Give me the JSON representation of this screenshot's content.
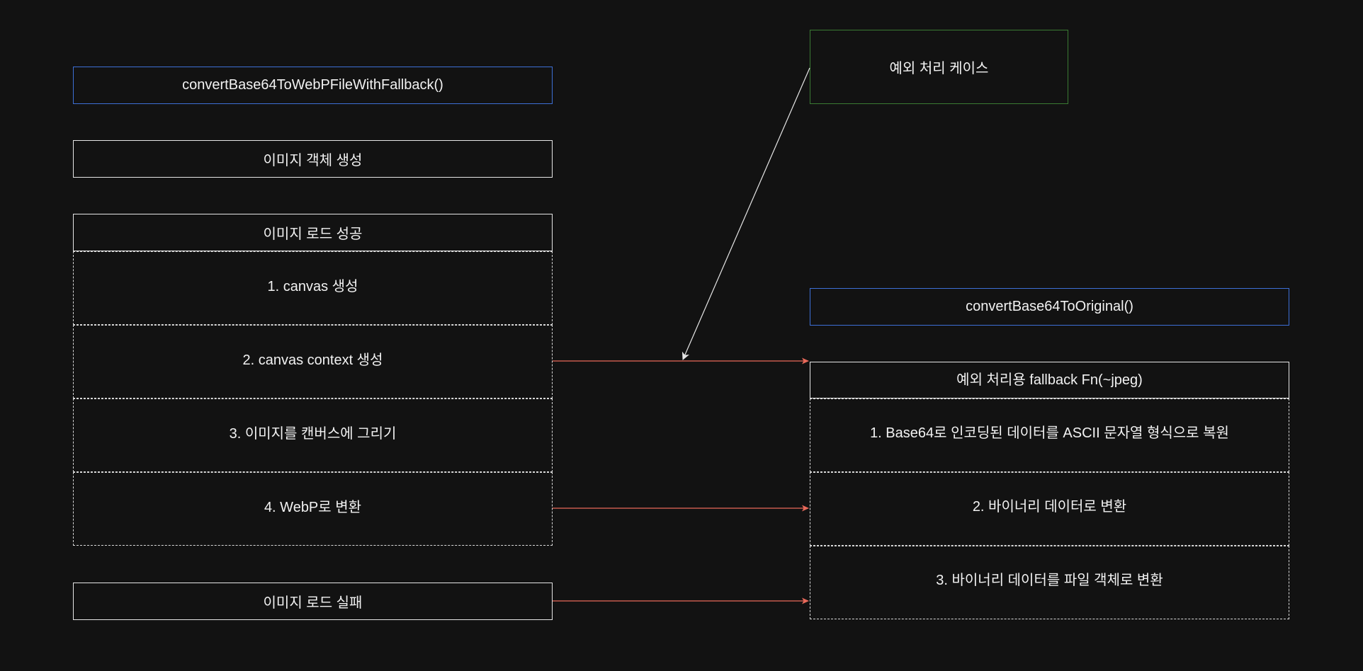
{
  "left_column": {
    "function_title": "convertBase64ToWebPFileWithFallback()",
    "create_image": "이미지 객체 생성",
    "load_success": "이미지 로드 성공",
    "steps": [
      "1. canvas 생성",
      "2. canvas context 생성",
      "3. 이미지를 캔버스에 그리기",
      "4. WebP로 변환"
    ],
    "load_fail": "이미지 로드 실패"
  },
  "right_column": {
    "exception_case": "예외 처리 케이스",
    "function_title": "convertBase64ToOriginal()",
    "fallback_title": "예외 처리용 fallback Fn(~jpeg)",
    "steps": [
      "1.  Base64로 인코딩된 데이터를 ASCII 문자열 형식으로 복원",
      "2. 바이너리 데이터로 변환",
      "3. 바이너리 데이터를 파일 객체로 변환"
    ]
  },
  "colors": {
    "background": "#121212",
    "text": "#f2f2f2",
    "border_white": "#e6e6e6",
    "border_blue": "#3d6fd6",
    "border_green": "#3a7a33",
    "arrow_red": "#e8695a",
    "arrow_white": "#e6e6e6"
  }
}
